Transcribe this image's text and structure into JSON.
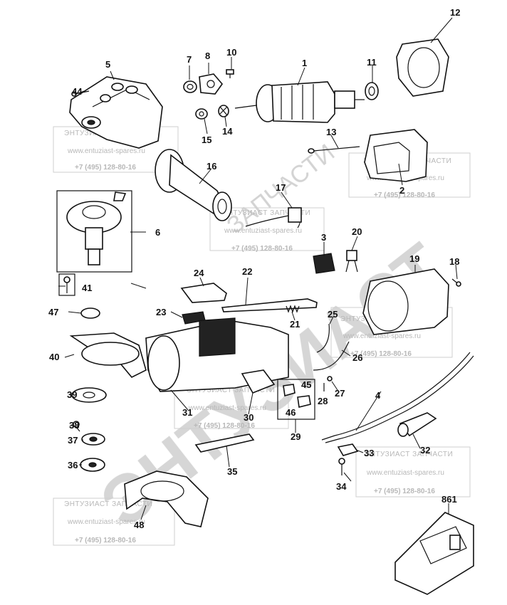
{
  "watermark": {
    "diagonal_brand": "ЭНТУЗИАСТ",
    "diagonal_sub": "ЗАПЧАСТИ",
    "title": "ЭНТУЗИАСТ ЗАПЧАСТИ",
    "url": "www.entuziast-spares.ru",
    "phone": "+7 (495) 128-80-16"
  },
  "labels": {
    "p1": "1",
    "p2": "2",
    "p3": "3",
    "p4": "4",
    "p5": "5",
    "p6": "6",
    "p7": "7",
    "p8": "8",
    "p10": "10",
    "p11": "11",
    "p12": "12",
    "p13": "13",
    "p14": "14",
    "p15": "15",
    "p16": "16",
    "p17": "17",
    "p18": "18",
    "p19": "19",
    "p20": "20",
    "p21": "21",
    "p22": "22",
    "p23": "23",
    "p24": "24",
    "p25": "25",
    "p26": "26",
    "p27": "27",
    "p28": "28",
    "p29": "29",
    "p30": "30",
    "p31": "31",
    "p32": "32",
    "p33": "33",
    "p34": "34",
    "p35": "35",
    "p36": "36",
    "p37": "37",
    "p38": "38",
    "p39": "39",
    "p40": "40",
    "p41": "41",
    "p44": "44",
    "p45": "45",
    "p46": "46",
    "p47": "47",
    "p48": "48",
    "p861": "861"
  }
}
